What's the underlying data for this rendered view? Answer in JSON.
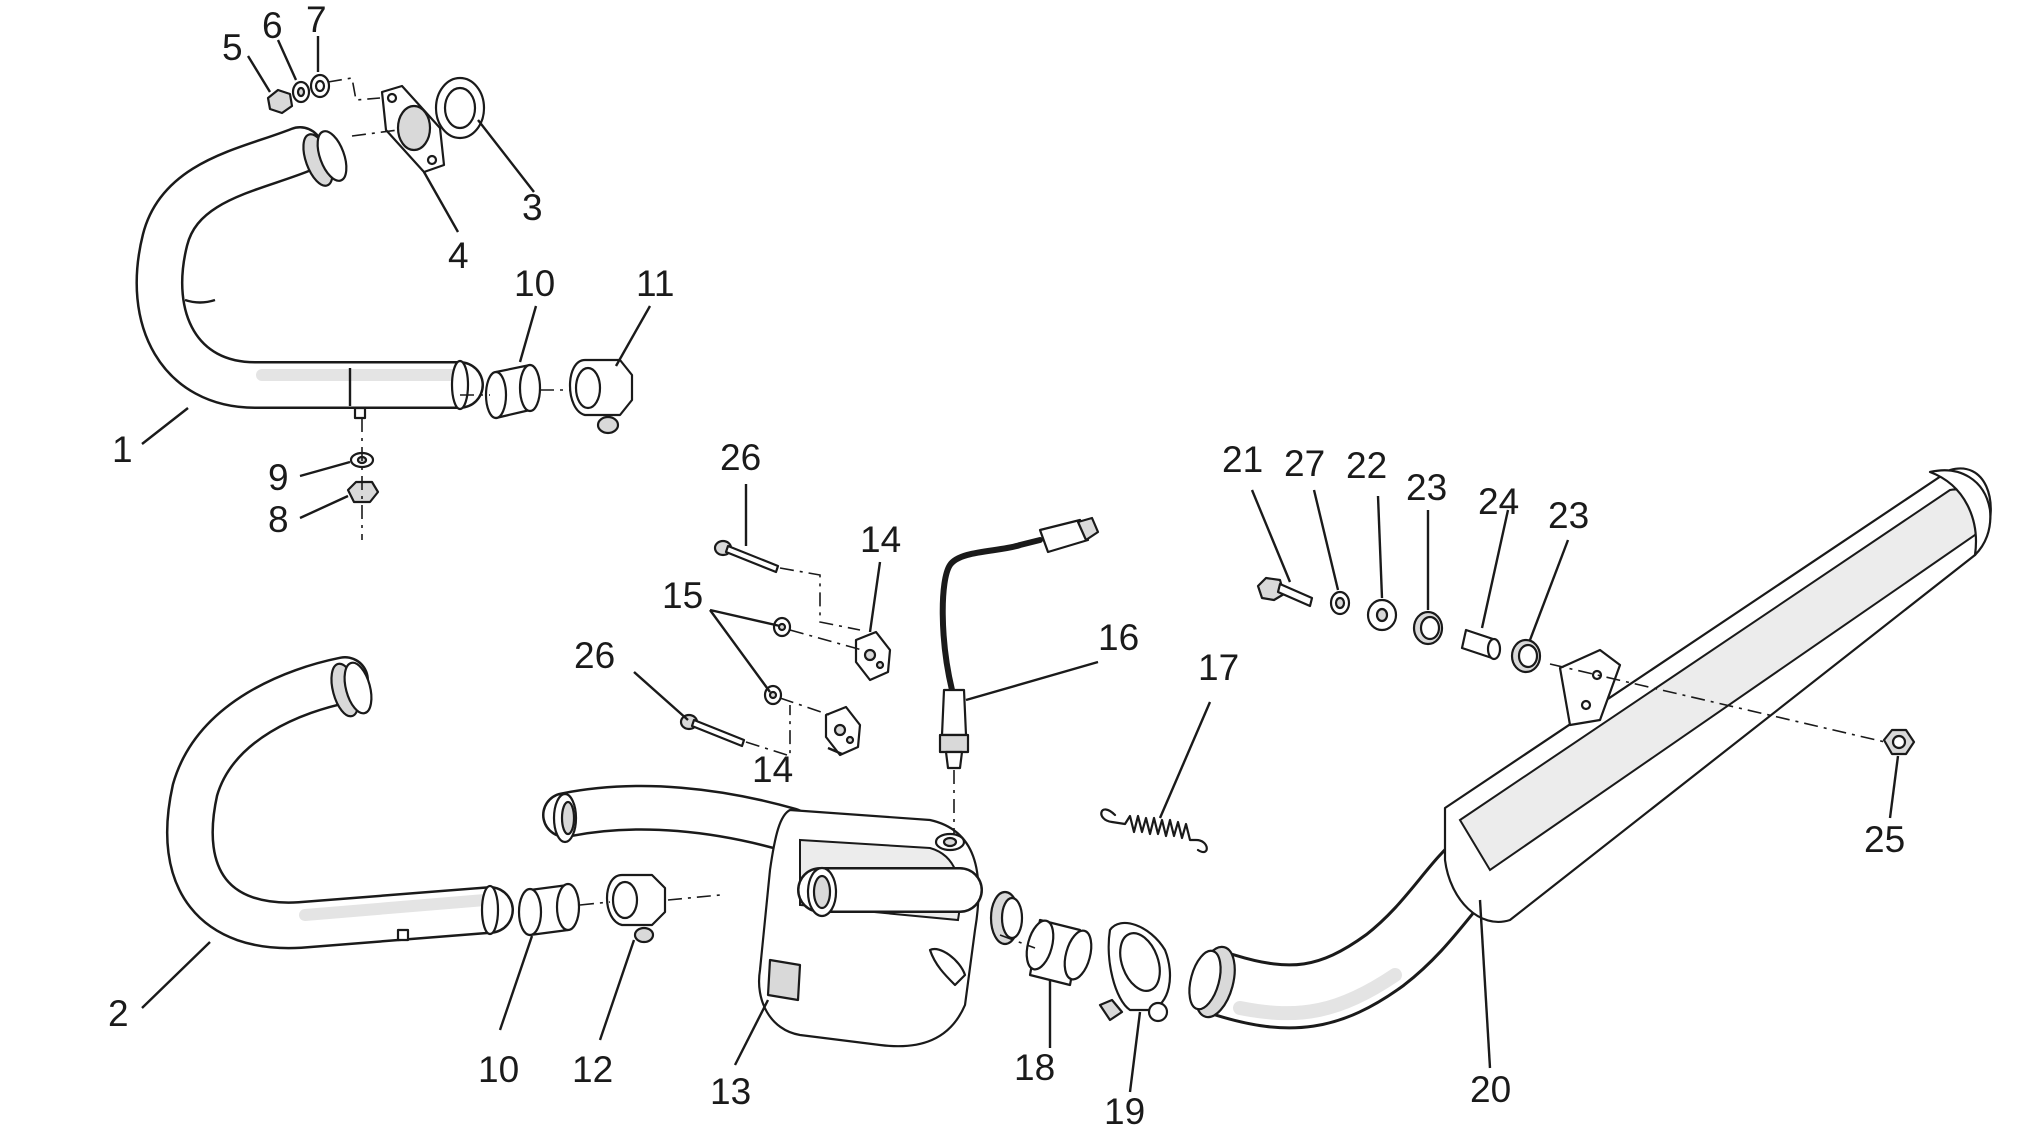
{
  "callouts": [
    {
      "id": "label-1",
      "text": "1"
    },
    {
      "id": "label-2",
      "text": "2"
    },
    {
      "id": "label-3",
      "text": "3"
    },
    {
      "id": "label-4",
      "text": "4"
    },
    {
      "id": "label-5",
      "text": "5"
    },
    {
      "id": "label-6",
      "text": "6"
    },
    {
      "id": "label-7",
      "text": "7"
    },
    {
      "id": "label-8",
      "text": "8"
    },
    {
      "id": "label-9",
      "text": "9"
    },
    {
      "id": "label-10a",
      "text": "10"
    },
    {
      "id": "label-10b",
      "text": "10"
    },
    {
      "id": "label-11",
      "text": "11"
    },
    {
      "id": "label-12",
      "text": "12"
    },
    {
      "id": "label-13",
      "text": "13"
    },
    {
      "id": "label-14a",
      "text": "14"
    },
    {
      "id": "label-14b",
      "text": "14"
    },
    {
      "id": "label-15",
      "text": "15"
    },
    {
      "id": "label-16",
      "text": "16"
    },
    {
      "id": "label-17",
      "text": "17"
    },
    {
      "id": "label-18",
      "text": "18"
    },
    {
      "id": "label-19",
      "text": "19"
    },
    {
      "id": "label-20",
      "text": "20"
    },
    {
      "id": "label-21",
      "text": "21"
    },
    {
      "id": "label-22",
      "text": "22"
    },
    {
      "id": "label-23a",
      "text": "23"
    },
    {
      "id": "label-23b",
      "text": "23"
    },
    {
      "id": "label-24",
      "text": "24"
    },
    {
      "id": "label-25",
      "text": "25"
    },
    {
      "id": "label-26a",
      "text": "26"
    },
    {
      "id": "label-26b",
      "text": "26"
    },
    {
      "id": "label-27",
      "text": "27"
    }
  ]
}
